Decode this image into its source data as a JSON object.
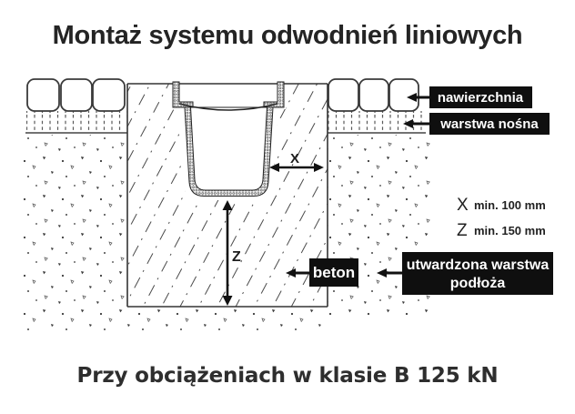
{
  "title": "Montaż systemu odwodnień liniowych",
  "caption": "Przy obciążeniach w klasie B 125 kN",
  "callouts": {
    "surface": "nawierzchnia",
    "bearing_layer": "warstwa nośna",
    "concrete": "beton",
    "substrate_line1": "utwardzona warstwa",
    "substrate_line2": "podłoża"
  },
  "dimensions": {
    "x_arrow_label": "X",
    "z_arrow_label": "Z",
    "x_letter": "X",
    "x_spec": "min. 100 mm",
    "z_letter": "Z",
    "z_spec": "min. 150 mm"
  },
  "colors": {
    "callout_bg": "#0f0f0f",
    "callout_text": "#ffffff",
    "line": "#333333",
    "background": "#ffffff"
  }
}
